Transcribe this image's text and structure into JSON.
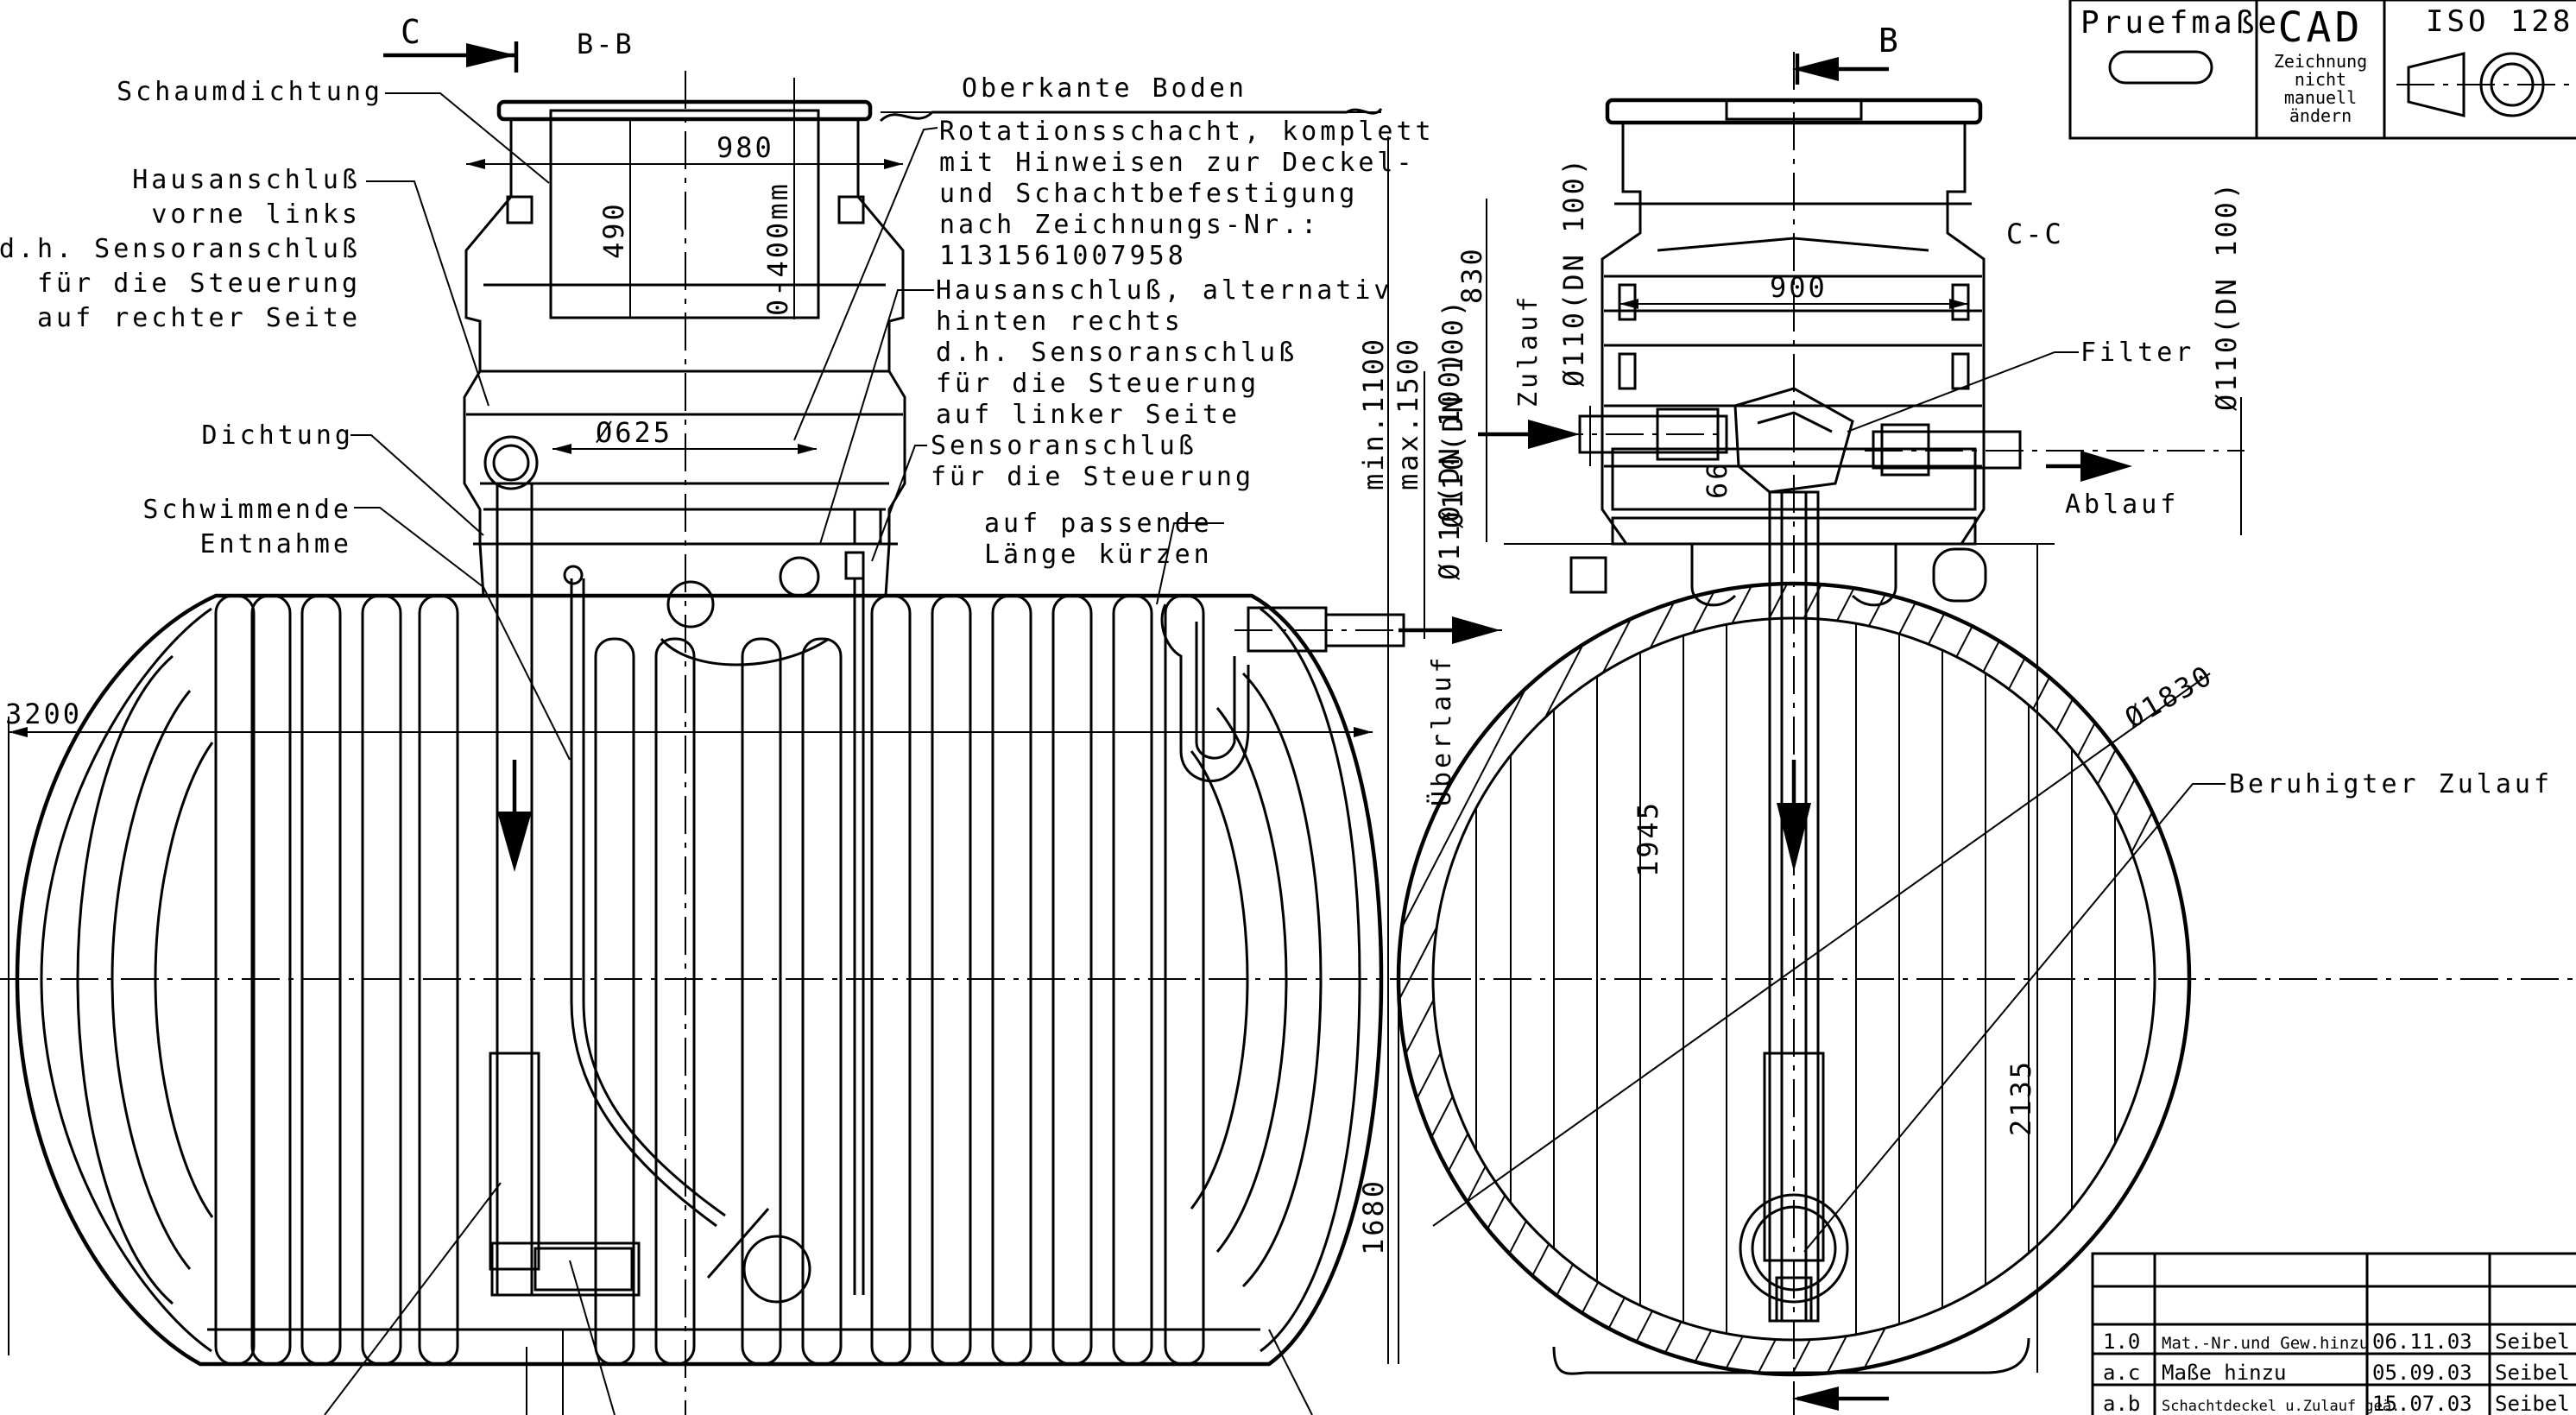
{
  "title_block": {
    "test_dimensions": "Pruefmaße",
    "cad": "CAD",
    "cad_note_1": "Zeichnung",
    "cad_note_2": "nicht",
    "cad_note_3": "manuell",
    "cad_note_4": "ändern",
    "iso": "ISO 128"
  },
  "section_marks": {
    "c_arrow": "C",
    "b_section": "B-B",
    "b_arrow": "B",
    "c_section": "C-C"
  },
  "labels": {
    "schaumdichtung": "Schaumdichtung",
    "oberkante_boden": "Oberkante Boden",
    "hausanschluss_1": "Hausanschluß",
    "hausanschluss_2": "vorne links",
    "hausanschluss_3": "d.h. Sensoranschluß",
    "hausanschluss_4": "für die Steuerung",
    "hausanschluss_5": "auf rechter Seite",
    "rotation_1": "Rotationsschacht, komplett",
    "rotation_2": "mit Hinweisen zur Deckel-",
    "rotation_3": "und Schachtbefestigung",
    "rotation_4": "nach Zeichnungs-Nr.:",
    "rotation_5": "1131561007958",
    "alt_1": "Hausanschluß, alternativ",
    "alt_2": "hinten rechts",
    "alt_3": "d.h. Sensoranschluß",
    "alt_4": "für die Steuerung",
    "alt_5": "auf linker Seite",
    "dichtung": "Dichtung",
    "sensor_1": "Sensoranschluß",
    "sensor_2": "für die Steuerung",
    "schwimmende_1": "Schwimmende",
    "schwimmende_2": "Entnahme",
    "kuerzen_1": "auf passende",
    "kuerzen_2": "Länge kürzen",
    "zulauf": "Zulauf",
    "ablauf": "Ablauf",
    "filter": "Filter",
    "ueberlauf": "Überlauf",
    "beruhigter_zulauf": "Beruhigter Zulauf"
  },
  "dimensions": {
    "d980": "980",
    "d490": "490",
    "d0_400": "0-400mm",
    "d625": "Ø625",
    "d3200": "3200",
    "min1100": "min.1100",
    "max1500": "max.1500",
    "dn110_a": "Ø110(DN 100)",
    "dn110_b": "Ø110(DN 100)",
    "dn110_c": "Ø110(DN 100)",
    "dn110_d": "Ø110(DN 100)",
    "d830": "830",
    "d900": "900",
    "d66": "66",
    "d1830": "Ø1830",
    "d1945": "1945",
    "d2135": "2135",
    "d1680": "1680"
  },
  "revisions": [
    {
      "rev": "1.0",
      "text": "Mat.-Nr.und Gew.hinzu",
      "date": "06.11.03",
      "name": "Seibel"
    },
    {
      "rev": "a.c",
      "text": "Maße hinzu",
      "date": "05.09.03",
      "name": "Seibel"
    },
    {
      "rev": "a.b",
      "text": "Schachtdeckel u.Zulauf geä.",
      "date": "15.07.03",
      "name": "Seibel"
    }
  ]
}
